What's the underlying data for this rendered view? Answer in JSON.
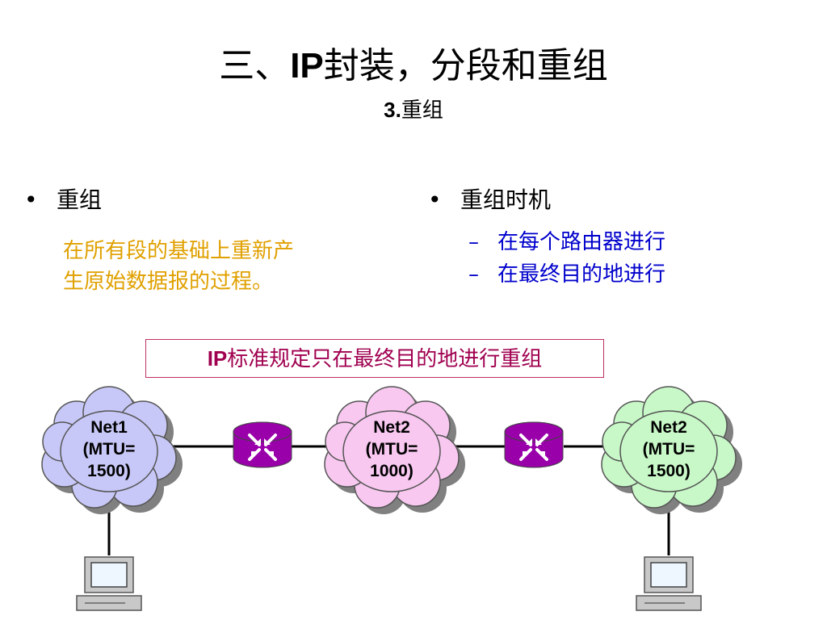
{
  "title": {
    "prefix": "三、",
    "ip": "IP",
    "rest": "封装，分段和重组"
  },
  "subtitle": {
    "num": "3.",
    "text": "重组"
  },
  "left": {
    "bullet_mark": "•",
    "heading": "重组",
    "desc_line1": "在所有段的基础上重新产",
    "desc_line2": "生原始数据报的过程。"
  },
  "right": {
    "bullet_mark": "•",
    "heading": "重组时机",
    "items": [
      {
        "dash": "–",
        "text": "在每个路由器进行"
      },
      {
        "dash": "–",
        "text": "在最终目的地进行"
      }
    ]
  },
  "note": {
    "ip": "IP",
    "text": "标准规定只在最终目的地进行重组"
  },
  "diagram": {
    "clouds": [
      {
        "line1": "Net1",
        "line2": "(MTU=",
        "line3": "1500)",
        "color": "#c8c8f8"
      },
      {
        "line1": "Net2",
        "line2": "(MTU=",
        "line3": "1000)",
        "color": "#f8c8f0"
      },
      {
        "line1": "Net2",
        "line2": "(MTU=",
        "line3": "1500)",
        "color": "#c8f8c8"
      }
    ],
    "router_color": "#9900aa"
  }
}
